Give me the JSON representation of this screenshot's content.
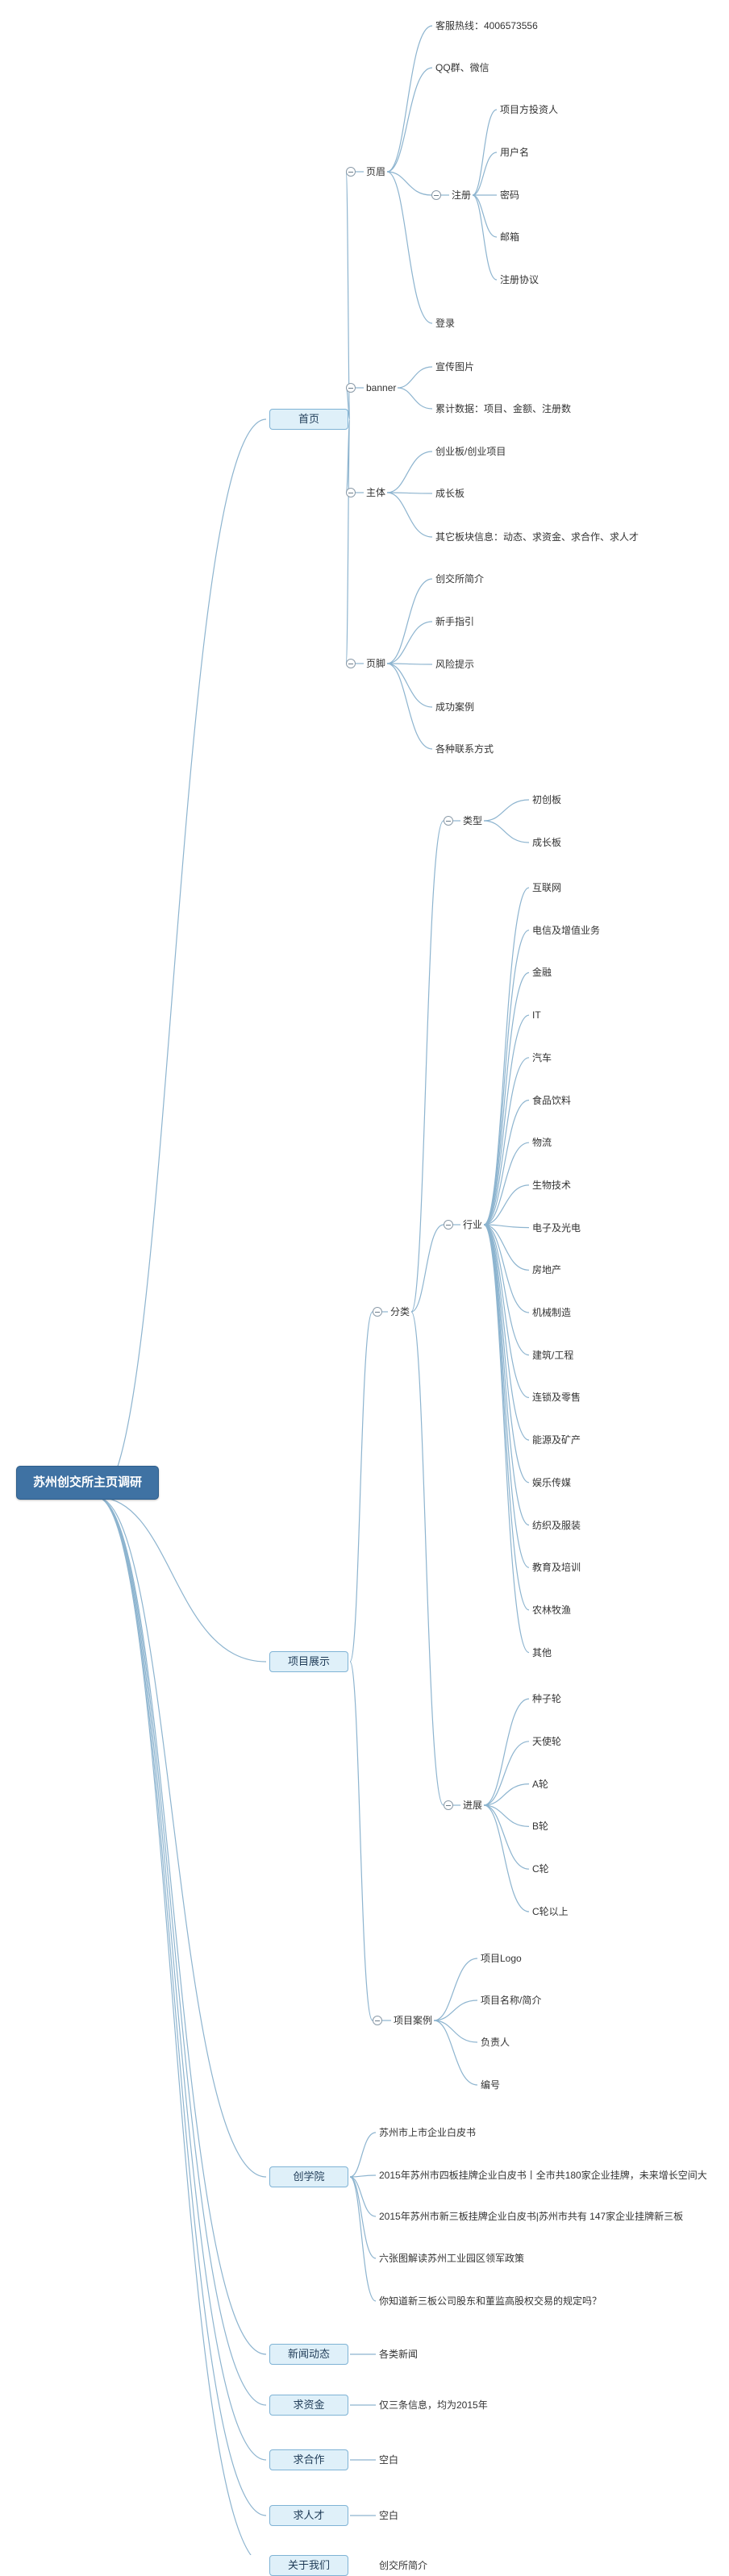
{
  "diagram": {
    "type": "mind-map",
    "colors": {
      "root_fill": "#3f72a3",
      "node_fill": "#dff0f9",
      "node_border": "#7fb3d5",
      "link": "#8db4cf"
    },
    "root": {
      "label": "苏州创交所主页调研",
      "children": [
        {
          "label": "首页",
          "children": [
            {
              "label": "页眉",
              "children": [
                {
                  "label": "客服热线：4006573556"
                },
                {
                  "label": "QQ群、微信"
                },
                {
                  "label": "注册",
                  "children": [
                    {
                      "label": "项目方投资人"
                    },
                    {
                      "label": "用户名"
                    },
                    {
                      "label": "密码"
                    },
                    {
                      "label": "邮箱"
                    },
                    {
                      "label": "注册协议"
                    }
                  ]
                },
                {
                  "label": "登录"
                }
              ]
            },
            {
              "label": "banner",
              "children": [
                {
                  "label": "宣传图片"
                },
                {
                  "label": "累计数据：项目、金额、注册数"
                }
              ]
            },
            {
              "label": "主体",
              "children": [
                {
                  "label": "创业板/创业项目"
                },
                {
                  "label": "成长板"
                },
                {
                  "label": "其它板块信息：动态、求资金、求合作、求人才"
                }
              ]
            },
            {
              "label": "页脚",
              "children": [
                {
                  "label": "创交所简介"
                },
                {
                  "label": "新手指引"
                },
                {
                  "label": "风险提示"
                },
                {
                  "label": "成功案例"
                },
                {
                  "label": "各种联系方式"
                }
              ]
            }
          ]
        },
        {
          "label": "项目展示",
          "children": [
            {
              "label": "分类",
              "children": [
                {
                  "label": "类型",
                  "children": [
                    {
                      "label": "初创板"
                    },
                    {
                      "label": "成长板"
                    }
                  ]
                },
                {
                  "label": "行业",
                  "children": [
                    {
                      "label": "互联网"
                    },
                    {
                      "label": "电信及增值业务"
                    },
                    {
                      "label": "金融"
                    },
                    {
                      "label": "IT"
                    },
                    {
                      "label": "汽车"
                    },
                    {
                      "label": "食品饮料"
                    },
                    {
                      "label": "物流"
                    },
                    {
                      "label": "生物技术"
                    },
                    {
                      "label": "电子及光电"
                    },
                    {
                      "label": "房地产"
                    },
                    {
                      "label": "机械制造"
                    },
                    {
                      "label": "建筑/工程"
                    },
                    {
                      "label": "连锁及零售"
                    },
                    {
                      "label": "能源及矿产"
                    },
                    {
                      "label": "娱乐传媒"
                    },
                    {
                      "label": "纺织及服装"
                    },
                    {
                      "label": "教育及培训"
                    },
                    {
                      "label": "农林牧渔"
                    },
                    {
                      "label": "其他"
                    }
                  ]
                },
                {
                  "label": "进展",
                  "children": [
                    {
                      "label": "种子轮"
                    },
                    {
                      "label": "天使轮"
                    },
                    {
                      "label": "A轮"
                    },
                    {
                      "label": "B轮"
                    },
                    {
                      "label": "C轮"
                    },
                    {
                      "label": "C轮以上"
                    }
                  ]
                }
              ]
            },
            {
              "label": "项目案例",
              "children": [
                {
                  "label": "项目Logo"
                },
                {
                  "label": "项目名称/简介"
                },
                {
                  "label": "负责人"
                },
                {
                  "label": "编号"
                }
              ]
            }
          ]
        },
        {
          "label": "创学院",
          "children": [
            {
              "label": "苏州市上市企业白皮书"
            },
            {
              "label": "2015年苏州市四板挂牌企业白皮书丨全市共180家企业挂牌，未来增长空间大"
            },
            {
              "label": "2015年苏州市新三板挂牌企业白皮书|苏州市共有 147家企业挂牌新三板"
            },
            {
              "label": "六张图解读苏州工业园区领军政策"
            },
            {
              "label": "你知道新三板公司股东和董监高股权交易的规定吗？"
            }
          ]
        },
        {
          "label": "新闻动态",
          "children": [
            {
              "label": "各类新闻"
            }
          ]
        },
        {
          "label": "求资金",
          "children": [
            {
              "label": "仅三条信息，均为2015年"
            }
          ]
        },
        {
          "label": "求合作",
          "children": [
            {
              "label": "空白"
            }
          ]
        },
        {
          "label": "求人才",
          "children": [
            {
              "label": "空白"
            }
          ]
        },
        {
          "label": "关于我们",
          "children": [
            {
              "label": "创交所简介"
            }
          ]
        }
      ]
    }
  }
}
